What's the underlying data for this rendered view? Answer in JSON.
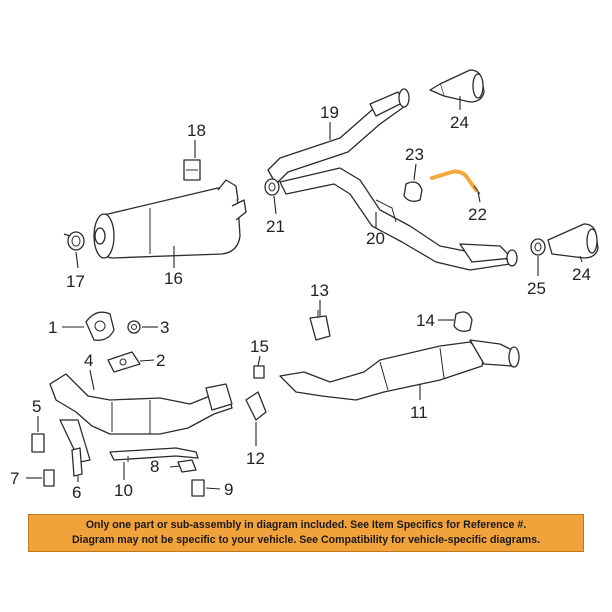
{
  "diagram": {
    "highlight_color": "#f2a93b",
    "labels": [
      "1",
      "2",
      "3",
      "4",
      "5",
      "6",
      "7",
      "8",
      "9",
      "10",
      "11",
      "12",
      "13",
      "14",
      "15",
      "16",
      "17",
      "18",
      "19",
      "20",
      "21",
      "22",
      "23",
      "24",
      "24",
      "25"
    ]
  },
  "notice": {
    "line1": "Only one part or sub-assembly in diagram included. See Item Specifics for Reference #.",
    "line2": "Diagram may not be specific to your vehicle. See Compatibility for vehicle-specific diagrams.",
    "background": "#f2a23a"
  }
}
